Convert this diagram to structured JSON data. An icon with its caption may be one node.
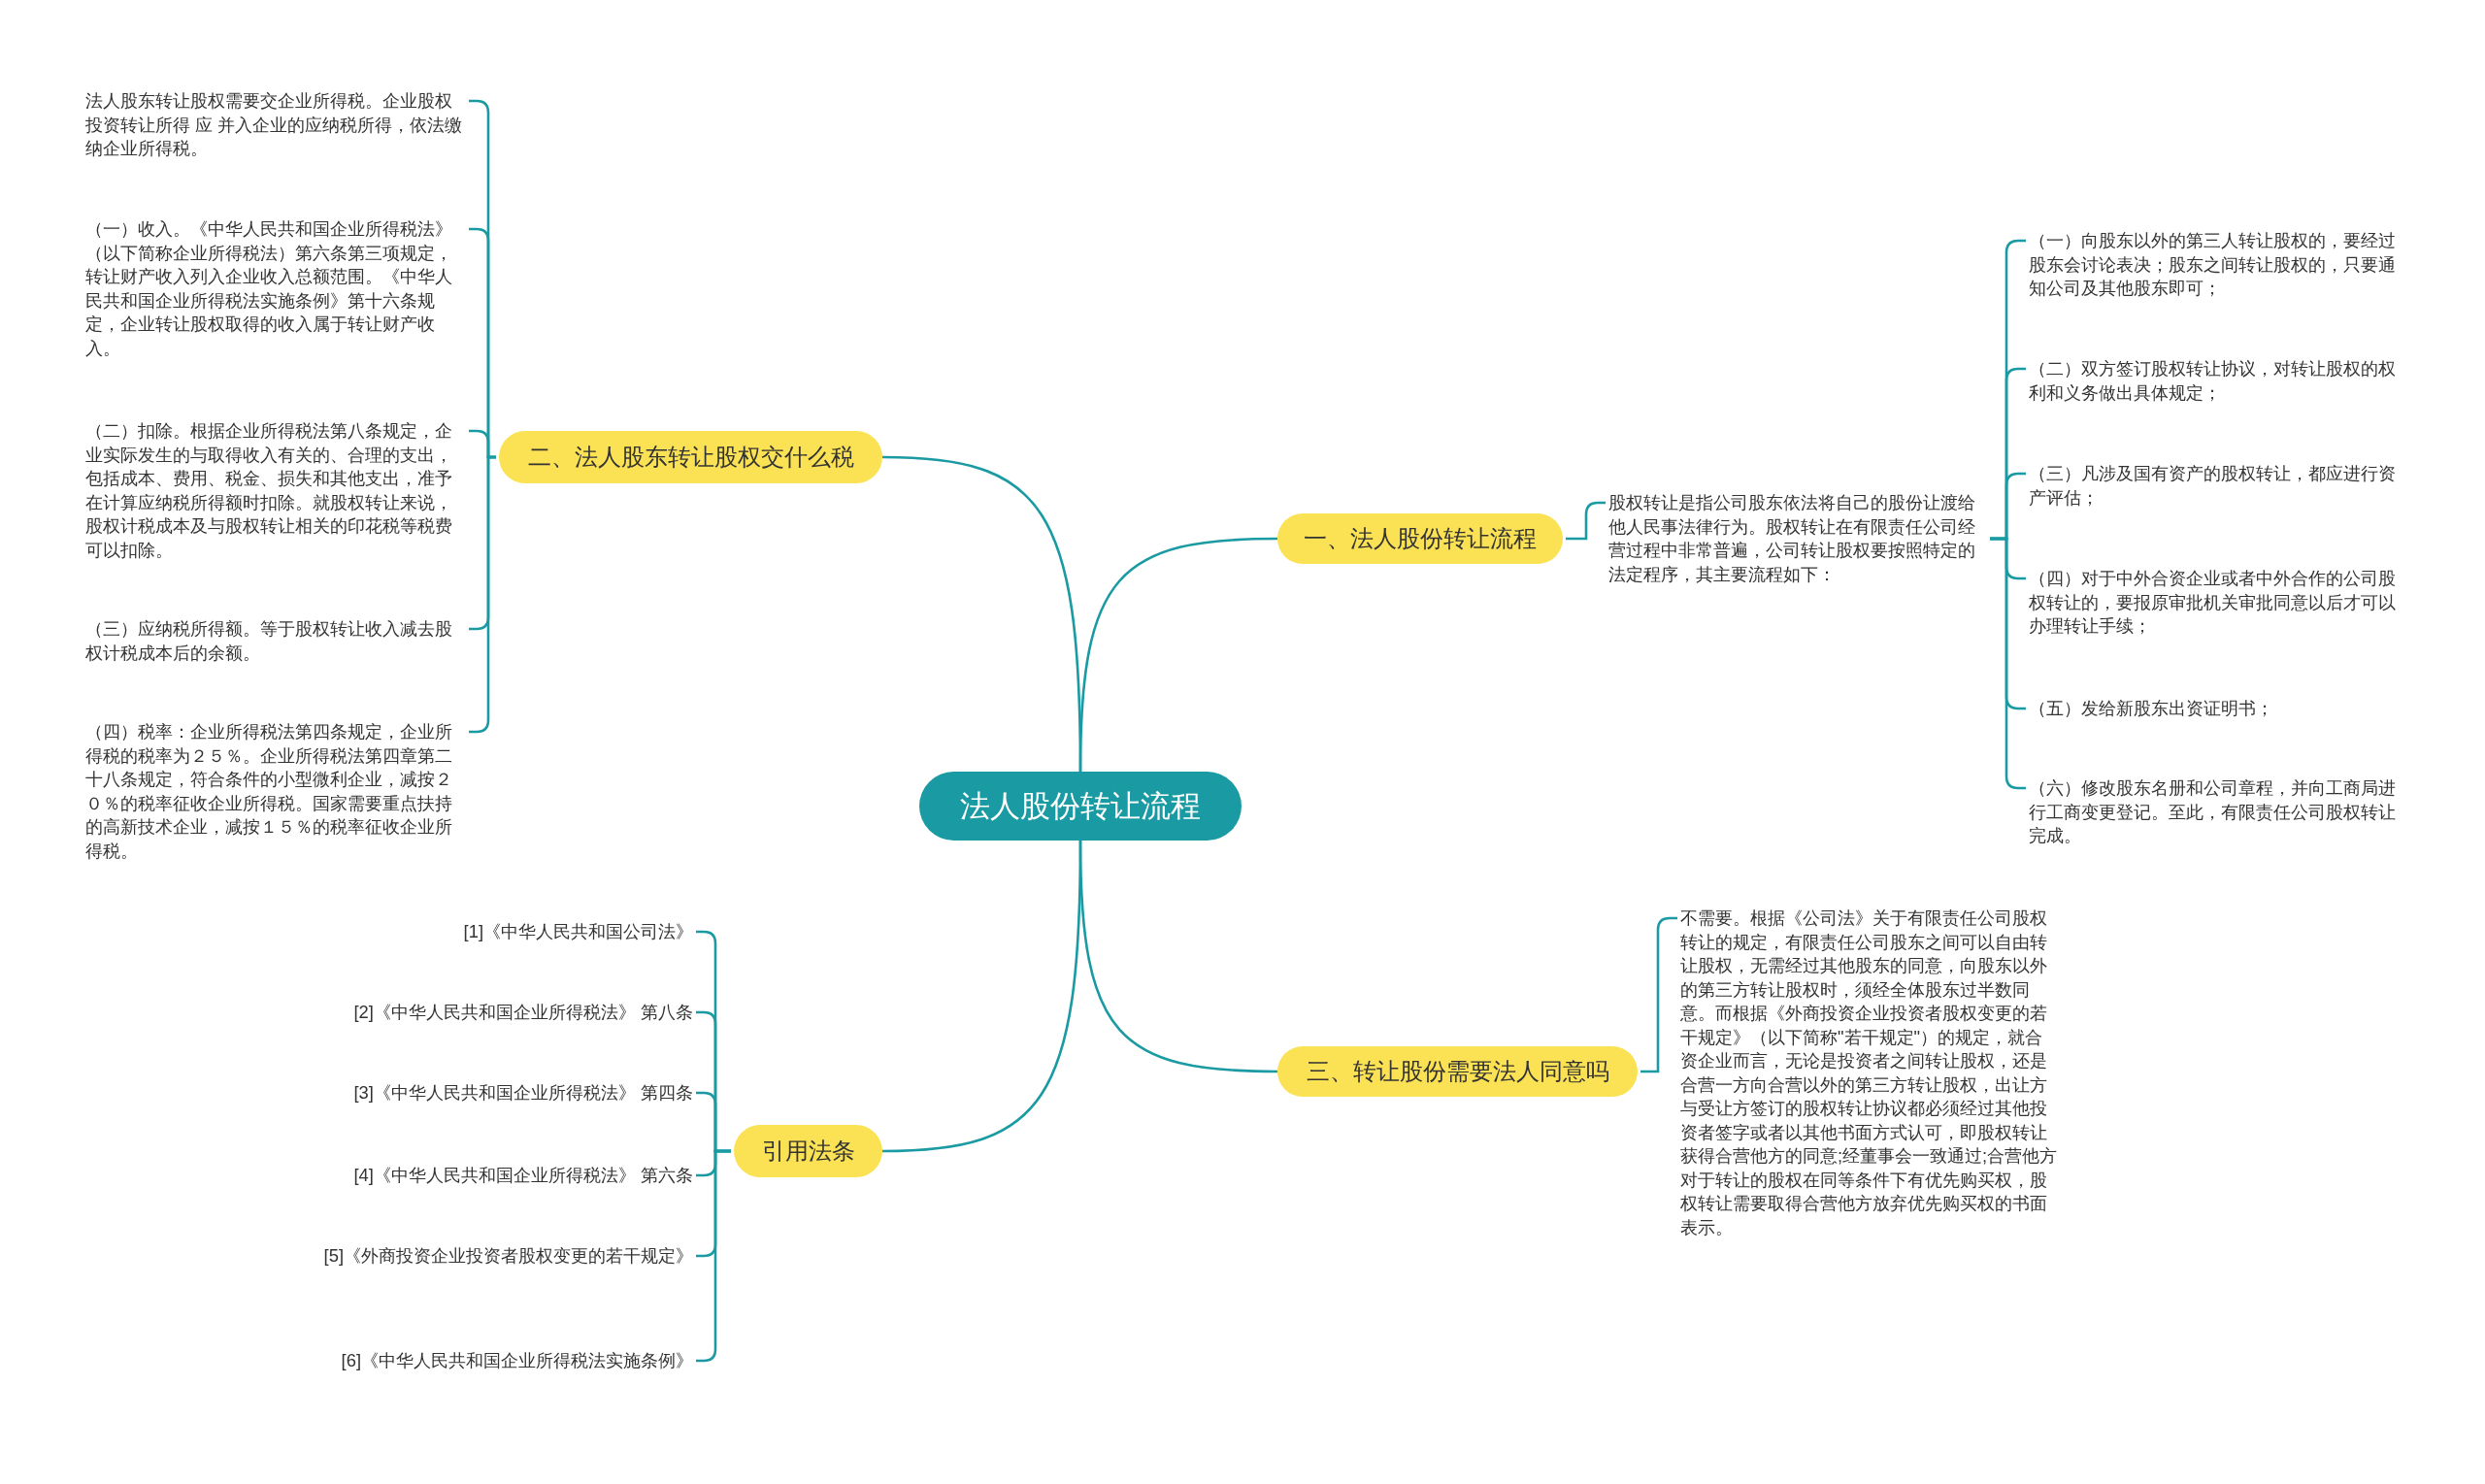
{
  "diagram": {
    "nodes": [
      {
        "text": [
          "法人股份转让流程"
        ]
      },
      {
        "text": [
          "一、法人股份转让流程"
        ]
      },
      {
        "text": [
          "股权转让是指公司股东依法将自己的股份让渡给他人民事法律行为。股权转让在有限责任公司经营过程中非常普遍，公司转让股权要按照特定的法定程序，其主要流程如下："
        ]
      },
      {
        "text": [
          "（一）向股东以外的第三人转让股权的，要经过股东会讨论表决；股东之间转让股权的，只要通知公司及其他股东即可；"
        ]
      },
      {
        "text": [
          "（二）双方签订股权转让协议，对转让股权的权利和义务做出具体规定；"
        ]
      },
      {
        "text": [
          "（三）凡涉及国有资产的股权转让，都应进行资产评估；"
        ]
      },
      {
        "text": [
          "（四）对于中外合资企业或者中外合作的公司股权转让的，要报原审批机关审批同意以后才可以办理转让手续；"
        ]
      },
      {
        "text": [
          "（五）发给新股东出资证明书；"
        ]
      },
      {
        "text": [
          "（六）修改股东名册和公司章程，并向工商局进行工商变更登记。至此，有限责任公司股权转让完成。"
        ]
      },
      {
        "text": [
          "二、法人股东转让股权交什么税"
        ]
      },
      {
        "text": [
          "法人股东转让股权需要交企业所得税。企业股权投资转让所得 应 并入企业的应纳税所得，依法缴纳企业所得税。"
        ]
      },
      {
        "text": [
          "（一）收入。《中华人民共和国企业所得税法》（以下简称企业所得税法）第六条第三项规定，转让财产收入列入企业收入总额范围。《中华人民共和国企业所得税法实施条例》第十六条规定，企业转让股权取得的收入属于转让财产收入。"
        ]
      },
      {
        "text": [
          "（二）扣除。根据企业所得税法第八条规定，企业实际发生的与取得收入有关的、合理的支出，包括成本、费用、税金、损失和其他支出，准予在计算应纳税所得额时扣除。就股权转让来说，股权计税成本及与股权转让相关的印花税等税费可以扣除。"
        ]
      },
      {
        "text": [
          "（三）应纳税所得额。等于股权转让收入减去股权计税成本后的余额。"
        ]
      },
      {
        "text": [
          "（四）税率：企业所得税法第四条规定，企业所得税的税率为２５％。企业所得税法第四章第二十八条规定，符合条件的小型微利企业，减按２０％的税率征收企业所得税。国家需要重点扶持的高新技术企业，减按１５％的税率征收企业所得税。"
        ]
      },
      {
        "text": [
          "三、转让股份需要法人同意吗"
        ]
      },
      {
        "text": [
          "不需要。根据《公司法》关于有限责任公司股权转让的规定，有限责任公司股东之间可以自由转让股权，无需经过其他股东的同意，向股东以外的第三方转让股权时，须经全体股东过半数同意。而根据《外商投资企业投资者股权变更的若干规定》（以下简称\"若干规定\"）的规定，就合资企业而言，无论是投资者之间转让股权，还是合营一方向合营以外的第三方转让股权，出让方与受让方签订的股权转让协议都必须经过其他投资者签字或者以其他书面方式认可，即股权转让获得合营他方的同意;经董事会一致通过;合营他方对于转让的股权在同等条件下有优先购买权，股权转让需要取得合营他方放弃优先购买权的书面表示。"
        ]
      },
      {
        "text": [
          "引用法条"
        ]
      },
      {
        "text": [
          "[1]《中华人民共和国公司法》"
        ]
      },
      {
        "text": [
          "[2]《中华人民共和国企业所得税法》 第八条"
        ]
      },
      {
        "text": [
          "[3]《中华人民共和国企业所得税法》 第四条"
        ]
      },
      {
        "text": [
          "[4]《中华人民共和国企业所得税法》 第六条"
        ]
      },
      {
        "text": [
          "[5]《外商投资企业投资者股权变更的若干规定》"
        ]
      },
      {
        "text": [
          "[6]《中华人民共和国企业所得税法实施条例》"
        ]
      }
    ],
    "edges": [
      {
        "from": 0,
        "to": 1,
        "arrow": "none"
      },
      {
        "from": 1,
        "to": 2,
        "arrow": "none"
      },
      {
        "from": 2,
        "to": 3,
        "arrow": "none"
      },
      {
        "from": 2,
        "to": 4,
        "arrow": "none"
      },
      {
        "from": 2,
        "to": 5,
        "arrow": "none"
      },
      {
        "from": 2,
        "to": 6,
        "arrow": "none"
      },
      {
        "from": 2,
        "to": 7,
        "arrow": "none"
      },
      {
        "from": 2,
        "to": 8,
        "arrow": "none"
      },
      {
        "from": 0,
        "to": 9,
        "arrow": "none"
      },
      {
        "from": 9,
        "to": 10,
        "arrow": "none"
      },
      {
        "from": 9,
        "to": 11,
        "arrow": "none"
      },
      {
        "from": 9,
        "to": 12,
        "arrow": "none"
      },
      {
        "from": 9,
        "to": 13,
        "arrow": "none"
      },
      {
        "from": 9,
        "to": 14,
        "arrow": "none"
      },
      {
        "from": 0,
        "to": 15,
        "arrow": "none"
      },
      {
        "from": 15,
        "to": 16,
        "arrow": "none"
      },
      {
        "from": 0,
        "to": 17,
        "arrow": "none"
      },
      {
        "from": 17,
        "to": 18,
        "arrow": "none"
      },
      {
        "from": 17,
        "to": 19,
        "arrow": "none"
      },
      {
        "from": 17,
        "to": 20,
        "arrow": "none"
      },
      {
        "from": 17,
        "to": 21,
        "arrow": "none"
      },
      {
        "from": 17,
        "to": 22,
        "arrow": "none"
      },
      {
        "from": 17,
        "to": 23,
        "arrow": "none"
      }
    ]
  }
}
